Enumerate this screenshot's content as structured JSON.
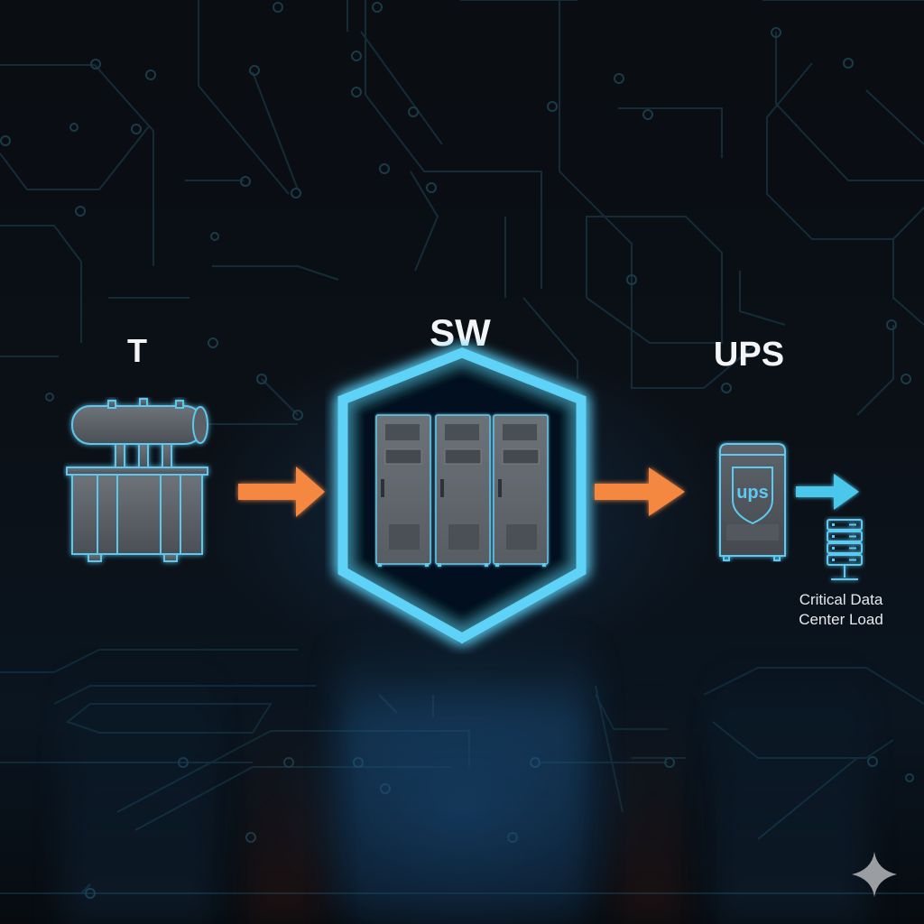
{
  "diagram": {
    "title": "",
    "nodes": [
      {
        "id": "transformer",
        "label": "T",
        "icon": "transformer-icon"
      },
      {
        "id": "switchgear",
        "label": "SW",
        "icon": "switchgear-cabinets-icon"
      },
      {
        "id": "ups",
        "label": "UPS",
        "icon": "ups-unit-icon",
        "badge": "ups"
      },
      {
        "id": "load",
        "label": "Critical Data Center Load",
        "label_lines": [
          "Critical Data",
          "Center Load"
        ],
        "icon": "server-rack-icon"
      }
    ],
    "edges": [
      {
        "from": "transformer",
        "to": "switchgear",
        "color": "#f5883f"
      },
      {
        "from": "switchgear",
        "to": "ups",
        "color": "#f5883f"
      },
      {
        "from": "ups",
        "to": "load",
        "color": "#4cc7ec"
      }
    ],
    "colors": {
      "background": "#07090d",
      "glow": "#4cc7ec",
      "arrow_power": "#f5883f",
      "equipment": "#5b6168",
      "text": "#f2f4f6"
    }
  }
}
